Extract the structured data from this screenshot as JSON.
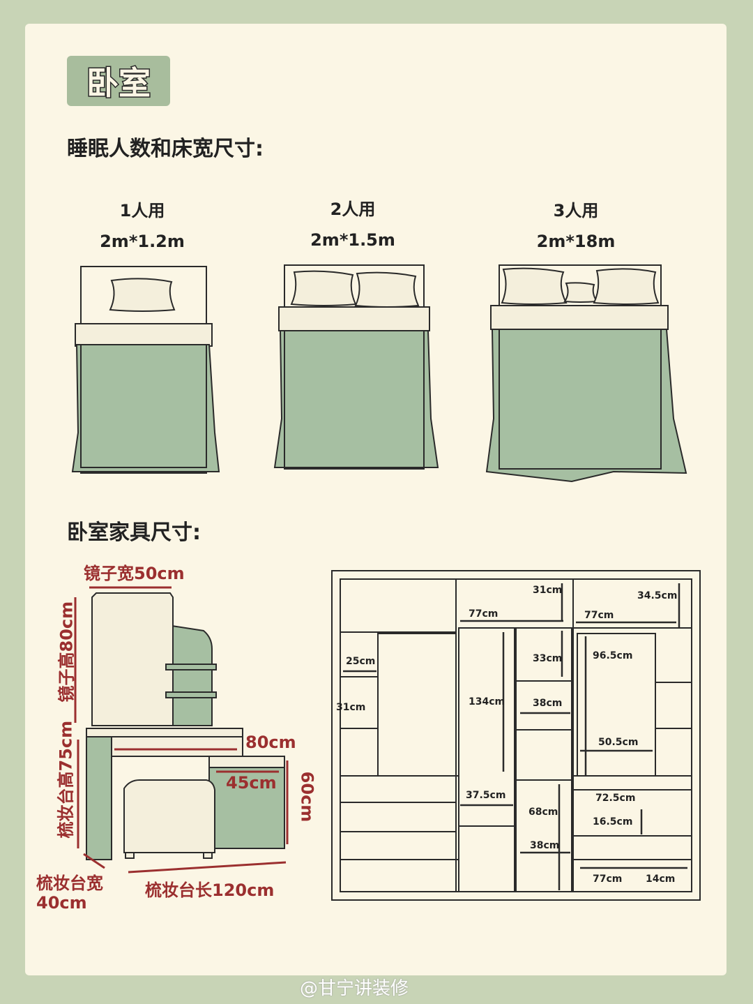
{
  "section_title": "卧室",
  "bed_heading": "睡眠人数和床宽尺寸:",
  "beds": [
    {
      "people": "1人用",
      "size": "2m*1.2m"
    },
    {
      "people": "2人用",
      "size": "2m*1.5m"
    },
    {
      "people": "3人用",
      "size": "2m*18m"
    }
  ],
  "furniture_heading": "卧室家具尺寸:",
  "vanity": {
    "mirror_width": "镜子宽50cm",
    "mirror_height": "镜子高80cm",
    "table_height": "梳妆台高75cm",
    "width_80": "80cm",
    "drawer_45": "45cm",
    "height_60": "60cm",
    "table_width_label": "梳妆台宽",
    "table_width_value": "40cm",
    "table_length": "梳妆台长120cm"
  },
  "wardrobe": {
    "labels": [
      "31cm",
      "34.5cm",
      "77cm",
      "77cm",
      "25cm",
      "33cm",
      "96.5cm",
      "31cm",
      "134cm",
      "38cm",
      "50.5cm",
      "37.5cm",
      "72.5cm",
      "68cm",
      "16.5cm",
      "38cm",
      "77cm",
      "14cm"
    ]
  },
  "watermark": "@甘宁讲装修",
  "colors": {
    "background": "#c8d4b6",
    "card": "#fbf6e5",
    "green": "#a6bfa2",
    "dim": "#9b2f2f"
  }
}
